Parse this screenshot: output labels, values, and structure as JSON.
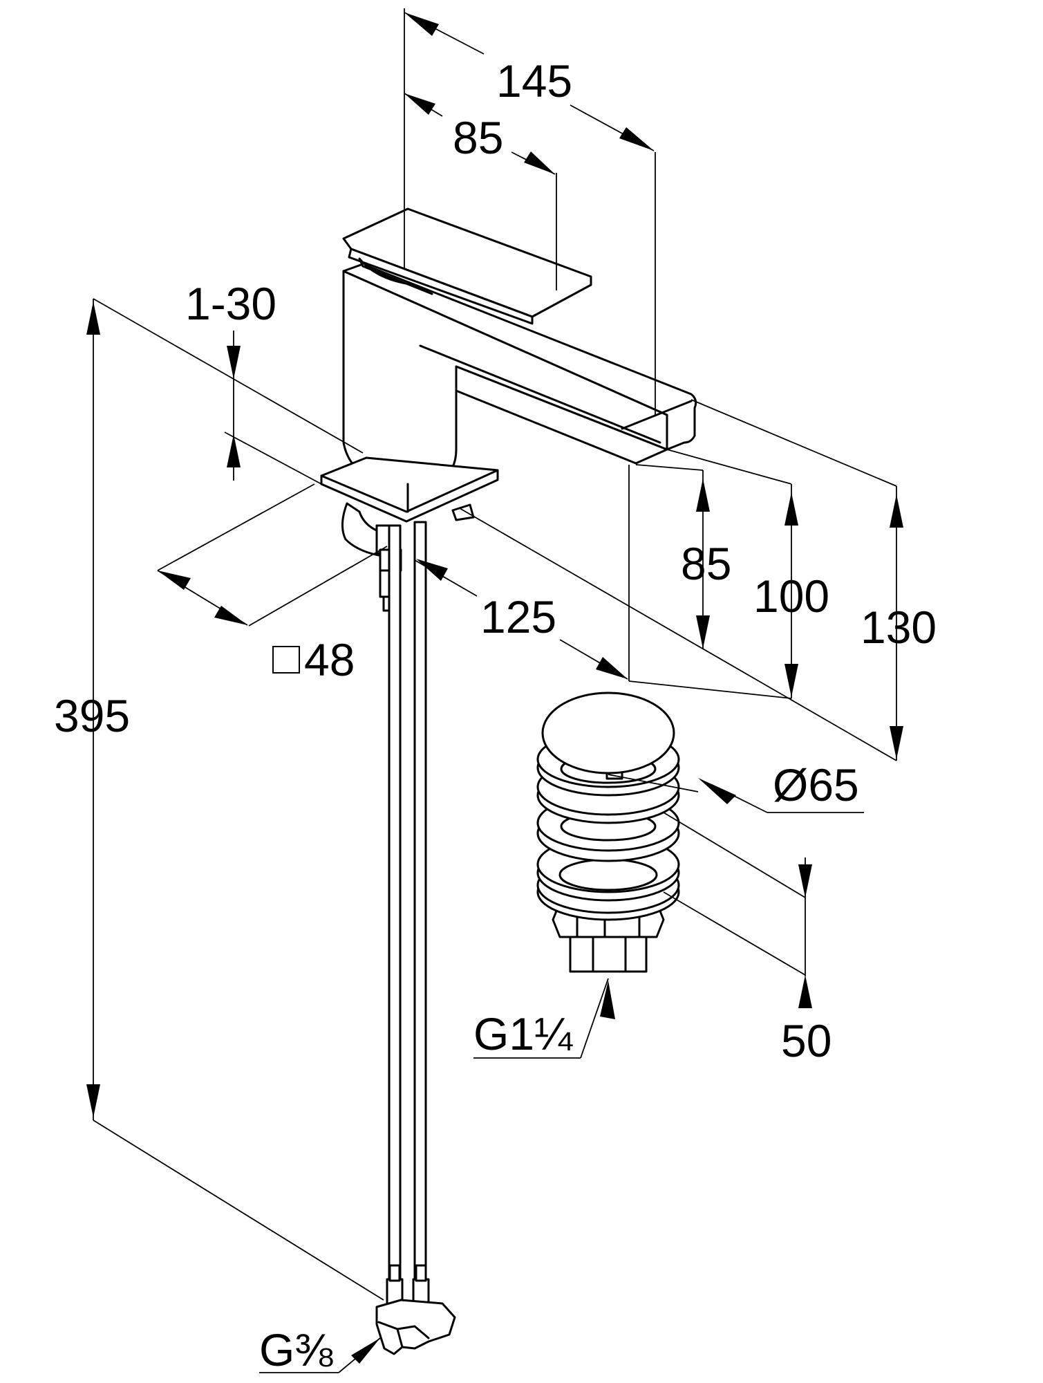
{
  "dimensions": {
    "width_overall": "145",
    "width_lever": "85",
    "lever_range": "1-30",
    "base_square": "48",
    "spout_reach": "125",
    "spout_height": "85",
    "spout_top_height": "100",
    "overall_height": "130",
    "hose_length": "395",
    "waste_diameter": "Ø65",
    "waste_height": "50"
  },
  "threads": {
    "waste": "G1¼",
    "supply": "G⅜"
  }
}
